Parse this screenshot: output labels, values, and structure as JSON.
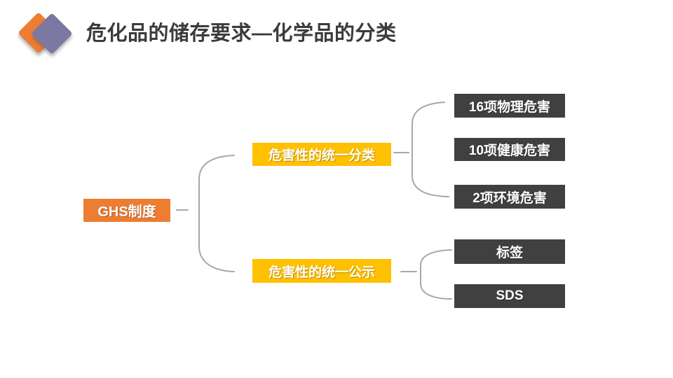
{
  "title": "危化品的储存要求—化学品的分类",
  "tree": {
    "root": {
      "label": "GHS制度"
    },
    "branches": [
      {
        "label": "危害性的统一分类",
        "children": [
          "16项物理危害",
          "10项健康危害",
          "2项环境危害"
        ]
      },
      {
        "label": "危害性的统一公示",
        "children": [
          "标签",
          "SDS"
        ]
      }
    ]
  },
  "colors": {
    "root_bg": "#ED7D31",
    "branch_bg": "#FFC000",
    "leaf_bg": "#404040",
    "connector": "#A8A8A8",
    "title_text": "#3B3B3B",
    "logo_orange": "#ED7D31",
    "logo_purple": "#7B79A1",
    "node_text": "#FFFFFF",
    "background": "#FFFFFF"
  }
}
